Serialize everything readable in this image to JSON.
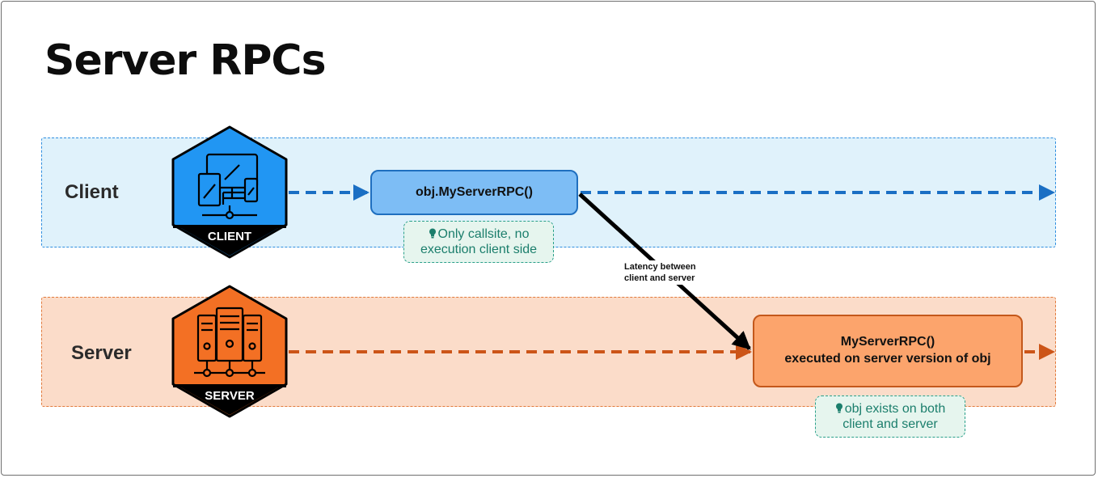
{
  "title": "Server RPCs",
  "lanes": {
    "client": {
      "label": "Client",
      "badge": "CLIENT",
      "color": "#2196f3"
    },
    "server": {
      "label": "Server",
      "badge": "SERVER",
      "color": "#f37024"
    }
  },
  "nodes": {
    "client_call": {
      "label": "obj.MyServerRPC()"
    },
    "server_exec": {
      "line1": "MyServerRPC()",
      "line2": "executed on server version of obj"
    }
  },
  "notes": {
    "client": {
      "line1": "Only callsite, no",
      "line2": "execution client side",
      "icon": "lightbulb-icon"
    },
    "server": {
      "line1": "obj exists on both",
      "line2": "client and server",
      "icon": "lightbulb-icon"
    }
  },
  "connector": {
    "line1": "Latency between",
    "line2": "client and server"
  },
  "colors": {
    "client_arrow": "#1a6fc4",
    "server_arrow": "#cc5518",
    "latency_arrow": "#000000",
    "note_text": "#1b7e6c"
  }
}
